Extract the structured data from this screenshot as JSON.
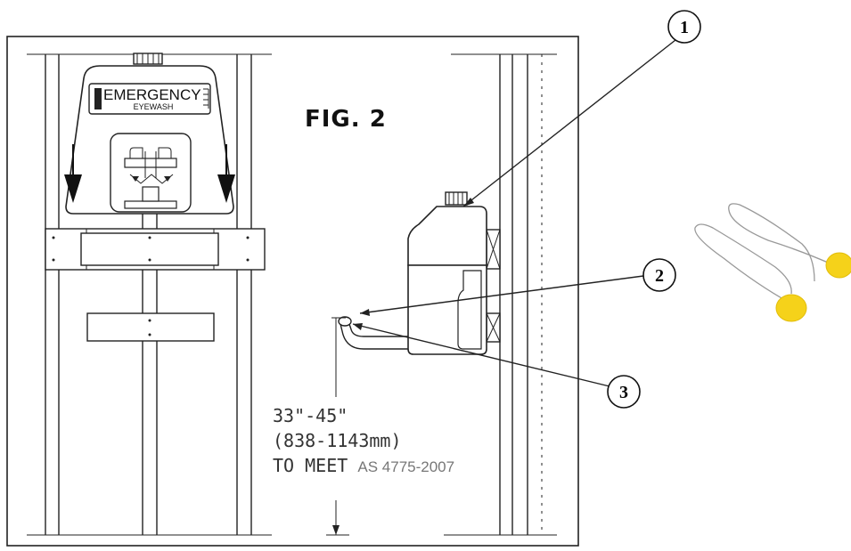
{
  "figure": {
    "title": "FIG. 2"
  },
  "sign": {
    "line1": "EMERGENCY",
    "line2": "EYEWASH"
  },
  "dimension": {
    "line1": "33\"-45\"",
    "line2": "(838-1143mm)",
    "line3_prefix": "TO MEET",
    "line3_standard": "AS 4775-2007"
  },
  "callouts": [
    {
      "number": "1"
    },
    {
      "number": "2"
    },
    {
      "number": "3"
    }
  ],
  "colors": {
    "line": "#222222",
    "cap_fill": "#f5d21a",
    "text_grey": "#777777"
  }
}
